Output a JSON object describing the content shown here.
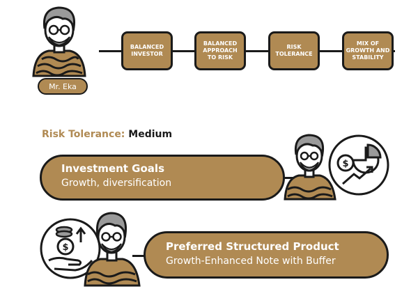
{
  "persona": {
    "name": "Mr. Eka"
  },
  "flow": {
    "steps": [
      {
        "label": "BALANCED INVESTOR"
      },
      {
        "label": "BALANCED APPROACH TO RISK"
      },
      {
        "label": "RISK TOLERANCE"
      },
      {
        "label": "MIX OF GROWTH AND STABILITY"
      }
    ]
  },
  "risk": {
    "label": "Risk Tolerance:",
    "value": "Medium"
  },
  "goals": {
    "title": "Investment Goals",
    "subtitle": "Growth, diversification"
  },
  "product": {
    "title": "Preferred Structured Product",
    "subtitle": "Growth-Enhanced Note with Buffer"
  },
  "icons": {
    "goals_icon": "growth-chart-coin-icon",
    "product_icon": "coins-in-hand-icon",
    "currency_symbol": "$"
  },
  "colors": {
    "accent": "#b08a53",
    "outline": "#1a1a1a",
    "hair": "#9a9a9a"
  }
}
